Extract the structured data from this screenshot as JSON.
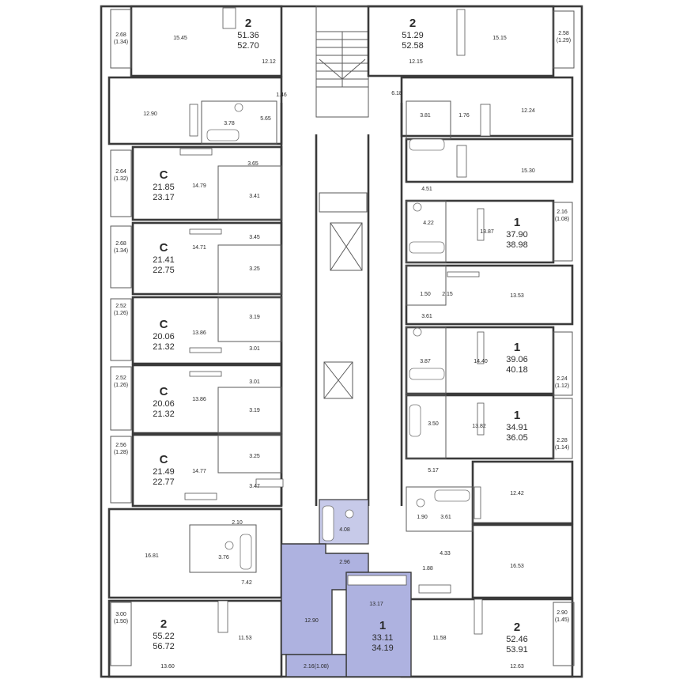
{
  "apartments": [
    {
      "id": "a1",
      "rooms": "2",
      "area_living": "51.36",
      "area_total": "52.70"
    },
    {
      "id": "a2",
      "rooms": "2",
      "area_living": "51.29",
      "area_total": "52.58"
    },
    {
      "id": "a3",
      "rooms": "С",
      "area_living": "21.85",
      "area_total": "23.17"
    },
    {
      "id": "a4",
      "rooms": "С",
      "area_living": "21.41",
      "area_total": "22.75"
    },
    {
      "id": "a5",
      "rooms": "С",
      "area_living": "20.06",
      "area_total": "21.32"
    },
    {
      "id": "a6",
      "rooms": "С",
      "area_living": "20.06",
      "area_total": "21.32"
    },
    {
      "id": "a7",
      "rooms": "С",
      "area_living": "21.49",
      "area_total": "22.77"
    },
    {
      "id": "a8",
      "rooms": "2",
      "area_living": "55.22",
      "area_total": "56.72"
    },
    {
      "id": "a9",
      "rooms": "1",
      "area_living": "33.11",
      "area_total": "34.19"
    },
    {
      "id": "a10",
      "rooms": "2",
      "area_living": "52.46",
      "area_total": "53.91"
    },
    {
      "id": "a11",
      "rooms": "1",
      "area_living": "37.90",
      "area_total": "38.98"
    },
    {
      "id": "a12",
      "rooms": "1",
      "area_living": "39.06",
      "area_total": "40.18"
    },
    {
      "id": "a13",
      "rooms": "1",
      "area_living": "34.91",
      "area_total": "36.05"
    }
  ],
  "room_labels": [
    "15.45",
    "12.12",
    "1.46",
    "12.90",
    "3.78",
    "5.65",
    "15.15",
    "12.15",
    "6.18",
    "3.81",
    "1.76",
    "12.24",
    "15.30",
    "4.51",
    "14.79",
    "3.65",
    "3.41",
    "14.71",
    "3.45",
    "3.25",
    "13.86",
    "3.19",
    "3.01",
    "3.01",
    "3.19",
    "13.86",
    "14.77",
    "3.25",
    "3.47",
    "4.22",
    "13.87",
    "1.50",
    "2.15",
    "13.53",
    "3.61",
    "3.87",
    "14.40",
    "3.50",
    "13.82",
    "5.17",
    "12.42",
    "1.90",
    "3.61",
    "4.33",
    "1.88",
    "16.53",
    "2.10",
    "16.81",
    "3.76",
    "7.42",
    "4.08",
    "2.96",
    "12.90",
    "13.17",
    "11.53",
    "13.60",
    "11.58",
    "12.63"
  ],
  "balconies": [
    {
      "id": "b1",
      "area": "2.68",
      "half": "(1.34)"
    },
    {
      "id": "b2",
      "area": "2.58",
      "half": "(1.29)"
    },
    {
      "id": "b3",
      "area": "2.64",
      "half": "(1.32)"
    },
    {
      "id": "b4",
      "area": "2.68",
      "half": "(1.34)"
    },
    {
      "id": "b5",
      "area": "2.52",
      "half": "(1.26)"
    },
    {
      "id": "b6",
      "area": "2.52",
      "half": "(1.26)"
    },
    {
      "id": "b7",
      "area": "2.56",
      "half": "(1.28)"
    },
    {
      "id": "b8",
      "area": "3.00",
      "half": "(1.50)"
    },
    {
      "id": "b9",
      "area": "2.16",
      "half": "(1.08)"
    },
    {
      "id": "b10",
      "area": "2.24",
      "half": "(1.12)"
    },
    {
      "id": "b11",
      "area": "2.28",
      "half": "(1.14)"
    },
    {
      "id": "b12",
      "area": "2.90",
      "half": "(1.45)"
    }
  ],
  "loggia_label": "2.16(1.08)",
  "highlight_color": "#aeb2e0"
}
